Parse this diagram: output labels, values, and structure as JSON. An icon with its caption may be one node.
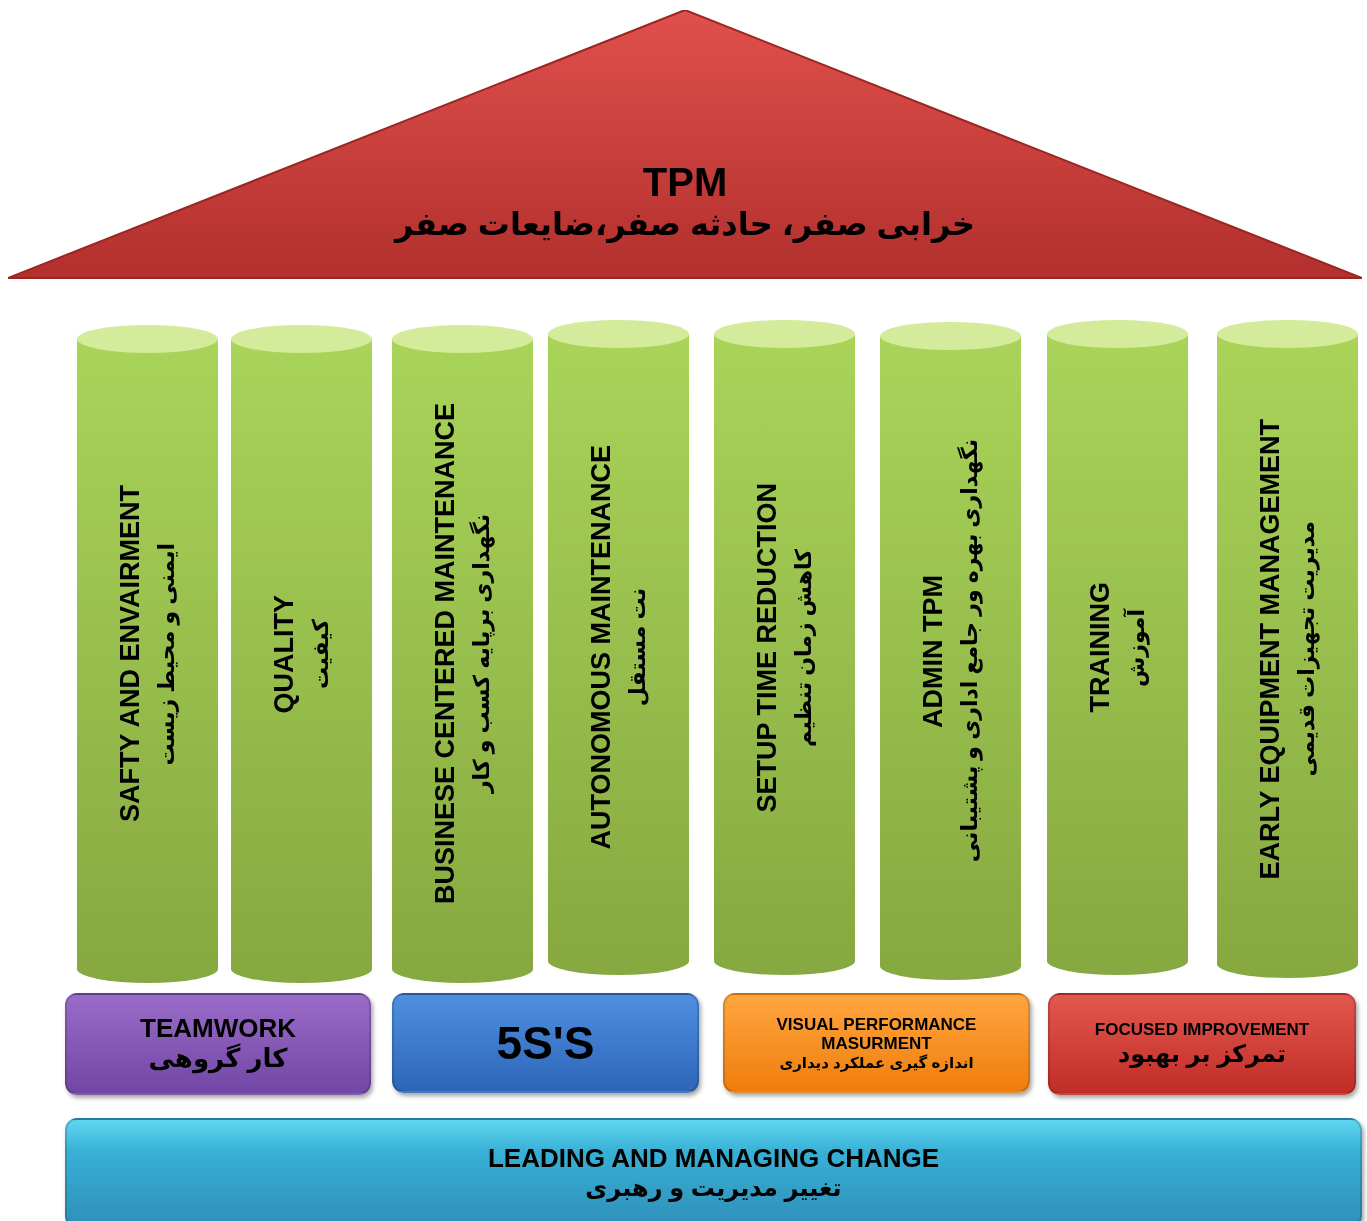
{
  "diagram": {
    "nodes": [
      {
        "text": [
          "TPM",
          "خرابی صفر، حادثه صفر،ضایعات صفر"
        ]
      },
      {
        "text": [
          "SAFTY AND ENVAIRMENT",
          "ایمنی و محیط زیست"
        ]
      },
      {
        "text": [
          "QUALITY",
          "کیفیت"
        ]
      },
      {
        "text": [
          "BUSINESE CENTERED MAINTENANCE",
          "نگهداری برپایه کسب و کار"
        ]
      },
      {
        "text": [
          "AUTONOMOUS MAINTENANCE",
          "نت مستقل"
        ]
      },
      {
        "text": [
          "SETUP TIME REDUCTION",
          "کاهش زمان تنظیم"
        ]
      },
      {
        "text": [
          "ADMIN TPM",
          "نگهداری بهره ور جامع اداری و پشتیبانی"
        ]
      },
      {
        "text": [
          "TRAINING",
          "آموزش"
        ]
      },
      {
        "text": [
          "EARLY EQUIPMENT MANAGEMENT",
          "مدیریت تجهیزات قدیمی"
        ]
      },
      {
        "text": [
          "TEAMWORK",
          "کار گروهی"
        ]
      },
      {
        "text": [
          "5S'S"
        ]
      },
      {
        "text": [
          "VISUAL PERFORMANCE MASURMENT",
          "اندازه گیری عملکرد دیداری"
        ]
      },
      {
        "text": [
          "FOCUSED IMPROVEMENT",
          "تمرکز بر بهبود"
        ]
      },
      {
        "text": [
          "LEADING AND MANAGING CHANGE",
          "تغییر مدیریت و رهبری"
        ]
      }
    ]
  }
}
